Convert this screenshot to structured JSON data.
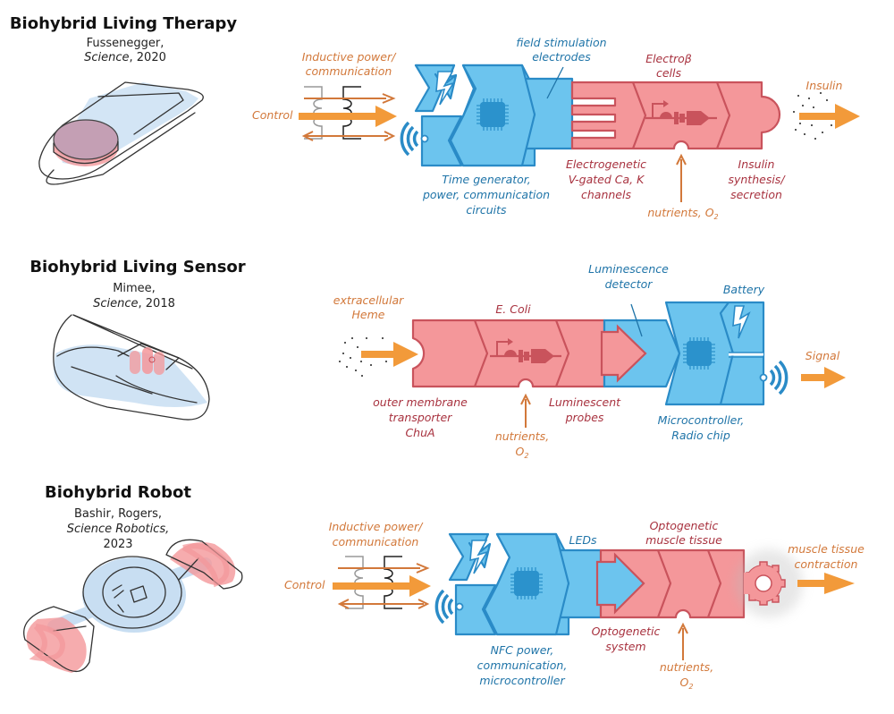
{
  "colors": {
    "blue_module": "#6cc4ee",
    "blue_stroke": "#2a8bc7",
    "red_module": "#f4979a",
    "red_stroke": "#c9535c",
    "orange_arrow": "#f29a3a",
    "label_orange": "#d2783a",
    "label_blue": "#1f74a8",
    "label_red": "#a8323f"
  },
  "panels": [
    {
      "title": "Biohybrid Living Therapy",
      "citation_authors": "Fussenegger,",
      "citation_journal": "Science",
      "citation_year": ", 2020",
      "labels": {
        "inductive_1": "Inductive power/",
        "inductive_2": "communication",
        "control": "Control",
        "field_1": "field stimulation",
        "field_2": "electrodes",
        "cells_1": "Electroβ",
        "cells_2": "cells",
        "output": "Insulin",
        "time_1": "Time generator,",
        "time_2": "power, communication",
        "time_3": "circuits",
        "electro_1": "Electrogenetic",
        "electro_2": "V-gated Ca, K",
        "electro_3": "channels",
        "nutrients": "nutrients, O",
        "nutrients_sub": "2",
        "synth_1": "Insulin",
        "synth_2": "synthesis/",
        "synth_3": "secretion"
      }
    },
    {
      "title": "Biohybrid Living Sensor",
      "citation_authors": "Mimee,",
      "citation_journal": "Science",
      "citation_year": ", 2018",
      "labels": {
        "input_1": "extracellular",
        "input_2": "Heme",
        "ecoli": "E. Coli",
        "lum_1": "Luminescence",
        "lum_2": "detector",
        "battery": "Battery",
        "signal": "Signal",
        "outer_1": "outer membrane",
        "outer_2": "transporter",
        "outer_3": "ChuA",
        "nutrients_1": "nutrients,",
        "nutrients_2": "O",
        "nutrients_sub": "2",
        "probes_1": "Luminescent",
        "probes_2": "probes",
        "micro_1": "Microcontroller,",
        "micro_2": "Radio chip"
      }
    },
    {
      "title": "Biohybrid Robot",
      "citation_authors": "Bashir, Rogers,",
      "citation_journal": "Science Robotics,",
      "citation_year": "2023",
      "labels": {
        "inductive_1": "Inductive power/",
        "inductive_2": "communication",
        "control": "Control",
        "leds": "LEDs",
        "muscle_1": "Optogenetic",
        "muscle_2": "muscle tissue",
        "output_1": "muscle tissue",
        "output_2": "contraction",
        "nfc_1": "NFC power,",
        "nfc_2": "communication,",
        "nfc_3": "microcontroller",
        "opto_1": "Optogenetic",
        "opto_2": "system",
        "nutrients_1": "nutrients,",
        "nutrients_2": "O",
        "nutrients_sub": "2"
      }
    }
  ]
}
